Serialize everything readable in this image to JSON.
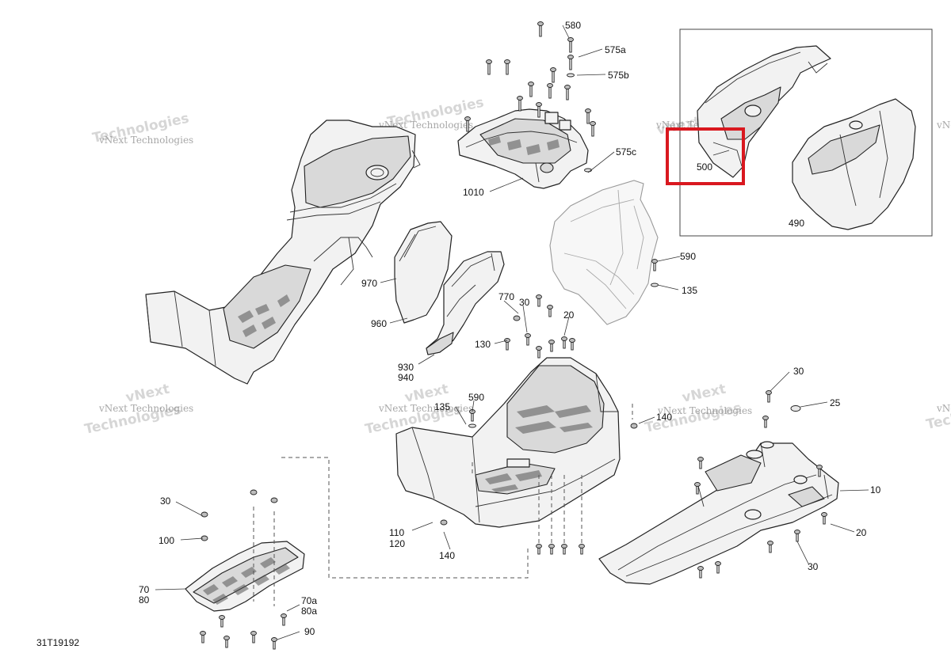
{
  "diagram": {
    "reference_code": "31T19192",
    "watermark": {
      "line1": "vNext Technologies",
      "line2": "Technologies",
      "line3": "vNext"
    },
    "callouts": [
      {
        "id": "c580",
        "text": "580"
      },
      {
        "id": "c575a",
        "text": "575a"
      },
      {
        "id": "c575b",
        "text": "575b"
      },
      {
        "id": "c575c",
        "text": "575c"
      },
      {
        "id": "c1010",
        "text": "1010"
      },
      {
        "id": "c970",
        "text": "970"
      },
      {
        "id": "c960",
        "text": "960"
      },
      {
        "id": "c930",
        "text": "930"
      },
      {
        "id": "c940",
        "text": "940"
      },
      {
        "id": "c770",
        "text": "770"
      },
      {
        "id": "c30a",
        "text": "30"
      },
      {
        "id": "c20a",
        "text": "20"
      },
      {
        "id": "c130a",
        "text": "130"
      },
      {
        "id": "c590a",
        "text": "590"
      },
      {
        "id": "c135a",
        "text": "135"
      },
      {
        "id": "c590b",
        "text": "590"
      },
      {
        "id": "c135b",
        "text": "135"
      },
      {
        "id": "c140a",
        "text": "140"
      },
      {
        "id": "c110",
        "text": "110"
      },
      {
        "id": "c120",
        "text": "120"
      },
      {
        "id": "c140b",
        "text": "140"
      },
      {
        "id": "c30b",
        "text": "30"
      },
      {
        "id": "c100",
        "text": "100"
      },
      {
        "id": "c70",
        "text": "70"
      },
      {
        "id": "c80",
        "text": "80"
      },
      {
        "id": "c70a",
        "text": "70a"
      },
      {
        "id": "c80a",
        "text": "80a"
      },
      {
        "id": "c90",
        "text": "90"
      },
      {
        "id": "c30c",
        "text": "30"
      },
      {
        "id": "c25",
        "text": "25"
      },
      {
        "id": "c10",
        "text": "10"
      },
      {
        "id": "c20b",
        "text": "20"
      },
      {
        "id": "c30d",
        "text": "30"
      },
      {
        "id": "c500",
        "text": "500"
      },
      {
        "id": "c490",
        "text": "490"
      }
    ],
    "highlight": {
      "label": "500",
      "color": "#d9181f"
    }
  }
}
